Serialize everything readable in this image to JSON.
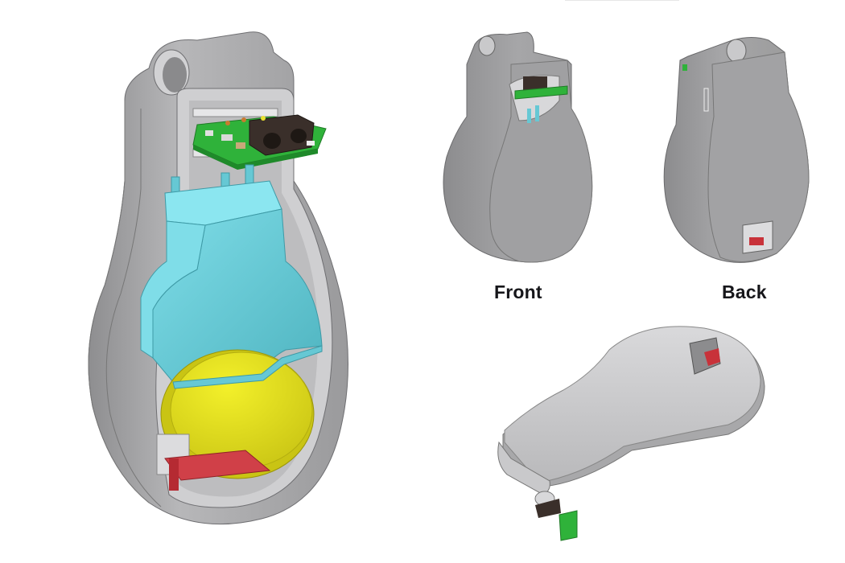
{
  "figure": {
    "views": [
      {
        "id": "cutaway",
        "description": "Cutaway isometric view of enclosure showing internal components"
      },
      {
        "id": "front",
        "label": "Front"
      },
      {
        "id": "back",
        "label": "Back"
      },
      {
        "id": "top",
        "description": "Top-down isometric view with switch opening"
      }
    ],
    "labels": {
      "front": "Front",
      "back": "Back"
    },
    "components": [
      {
        "name": "enclosure-shell",
        "color": "#a9a9ab"
      },
      {
        "name": "pcb-sensor-board",
        "color": "#2fb23a"
      },
      {
        "name": "ir-sensor-module",
        "color": "#3a2f2a"
      },
      {
        "name": "battery-holder",
        "color": "#66c8d4"
      },
      {
        "name": "coin-cell-battery",
        "color": "#e3e01a"
      },
      {
        "name": "slide-switch",
        "color": "#c8323a"
      }
    ]
  }
}
